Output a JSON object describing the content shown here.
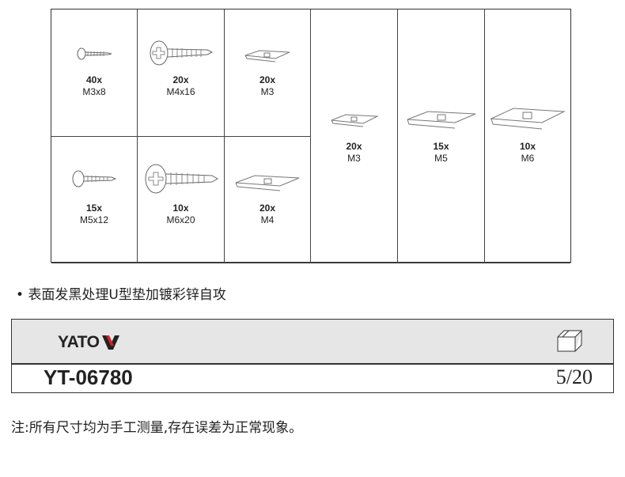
{
  "items": [
    {
      "qty": "40x",
      "size": "M3x8",
      "type": "screw-small"
    },
    {
      "qty": "20x",
      "size": "M4x16",
      "type": "screw-large"
    },
    {
      "qty": "20x",
      "size": "M3",
      "type": "clip"
    },
    {
      "qty": "15x",
      "size": "M5x12",
      "type": "screw-small"
    },
    {
      "qty": "10x",
      "size": "M6x20",
      "type": "screw-large"
    },
    {
      "qty": "20x",
      "size": "M4",
      "type": "clip"
    },
    {
      "qty": "20x",
      "size": "M3",
      "type": "clip"
    },
    {
      "qty": "15x",
      "size": "M5",
      "type": "clip"
    },
    {
      "qty": "10x",
      "size": "M6",
      "type": "clip"
    }
  ],
  "bullet": "表面发黑处理U型垫加镀彩锌自攻",
  "brand": "YATO",
  "product_code": "YT-06780",
  "page": "5/20",
  "note": "注:所有尺寸均为手工测量,存在误差为正常现象。",
  "colors": {
    "header_bg": "#e6e6e6",
    "logo_red": "#d2232a"
  }
}
